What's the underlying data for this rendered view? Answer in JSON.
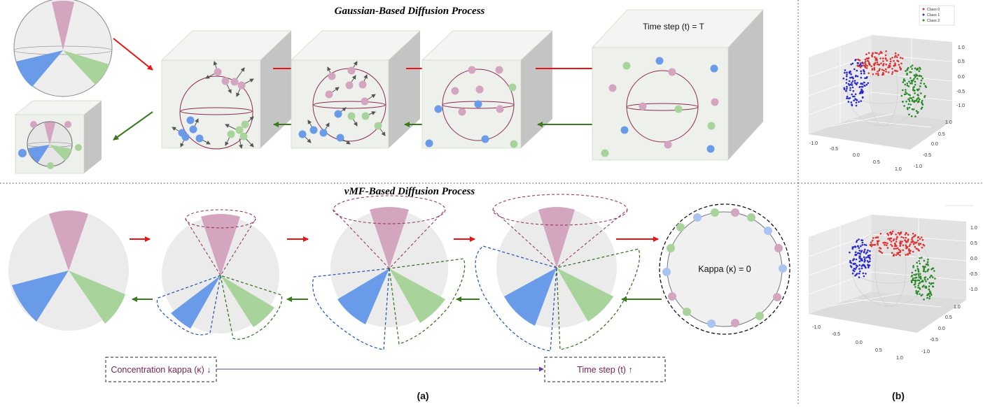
{
  "top": {
    "title": "Gaussian-Based Diffusion Process",
    "timestep_label": "Time step (t) = T"
  },
  "bottom": {
    "title": "vMF-Based Diffusion Process",
    "kappa_label": "Kappa (κ) = 0",
    "concentration_label": "Concentration kappa (κ) ↓",
    "timestep_label": "Time step (t) ↑"
  },
  "captions": {
    "a": "(a)",
    "b": "(b)"
  },
  "colors": {
    "pink": "#d4a5bf",
    "blue": "#6a9be8",
    "green": "#a8d49b",
    "light_blue": "#a9c4f0",
    "sphere_line": "#8e2a55",
    "red_arrow": "#ee1111",
    "green_arrow": "#3a7a1f",
    "cube_face": "#eef0ec",
    "cube_side": "#c4c4c4",
    "cube_top": "#f4f5f2",
    "class0": "#e03030",
    "class1": "#2a2ad0",
    "class2": "#2a8a2a"
  },
  "plots": {
    "top": {
      "legend": [
        "Class 0",
        "Class 1",
        "Class 2"
      ],
      "z_ticks": [
        "1.0",
        "0.5",
        "0.0",
        "-0.5",
        "-1.0"
      ],
      "x_ticks": [
        "-1.0",
        "-0.5",
        "0.0",
        "0.5",
        "1.0"
      ],
      "y_ticks": [
        "1.0",
        "0.5",
        "0.0",
        "-0.5",
        "-1.0"
      ]
    },
    "bottom": {
      "z_ticks": [
        "1.0",
        "0.5",
        "0.0",
        "-0.5",
        "-1.0"
      ],
      "x_ticks": [
        "-1.0",
        "-0.5",
        "0.0",
        "0.5",
        "1.0"
      ],
      "y_ticks": [
        "1.0",
        "0.5",
        "0.0",
        "-0.5",
        "-1.0"
      ]
    }
  }
}
